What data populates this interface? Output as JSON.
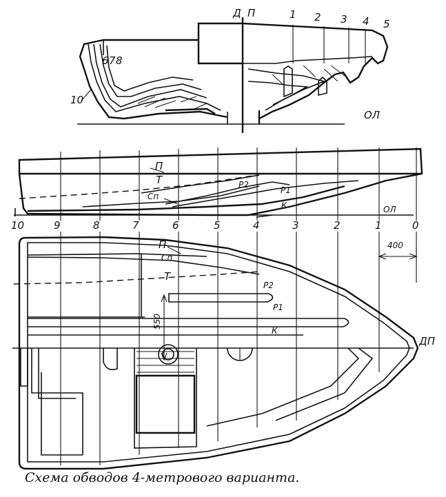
{
  "caption": "Схема обводов 4-метрового варианта.",
  "body_plan": {
    "center_label": "Д",
    "top_label": "П",
    "waterline_label": "ОЛ",
    "stern_stations": [
      "6",
      "7",
      "8",
      "10"
    ],
    "bow_stations": [
      "1",
      "2",
      "3",
      "4",
      "5"
    ]
  },
  "profile": {
    "line_labels": {
      "sheer": "П",
      "chine": "Т",
      "stringer": "Сп",
      "rail2": "Р2",
      "rail1": "Р1",
      "keel": "К"
    },
    "waterline_label": "ОЛ",
    "stations": [
      "10",
      "9",
      "8",
      "7",
      "6",
      "5",
      "4",
      "3",
      "2",
      "1",
      "0"
    ]
  },
  "plan": {
    "line_labels": {
      "sheer": "П",
      "stringer": "Сп",
      "chine": "Т",
      "rail2": "Р2",
      "rail1": "Р1",
      "keel": "К"
    },
    "centerline_label": "ДП",
    "dim_400": "400",
    "dim_550": "550"
  }
}
